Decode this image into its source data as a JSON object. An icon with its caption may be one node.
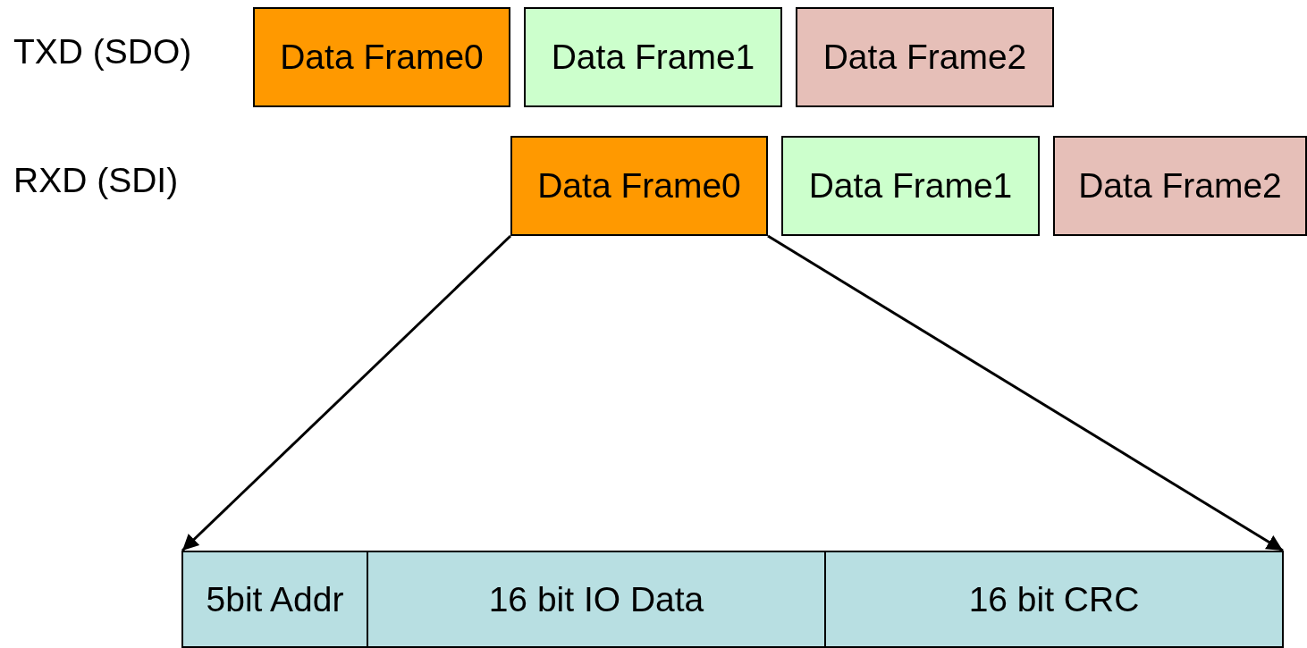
{
  "diagram": {
    "nodes": [
      {
        "text": [
          "Data Frame0"
        ]
      },
      {
        "text": [
          "Data Frame1"
        ]
      },
      {
        "text": [
          "Data Frame2"
        ]
      },
      {
        "text": [
          "Data Frame0"
        ]
      },
      {
        "text": [
          "Data Frame1"
        ]
      },
      {
        "text": [
          "Data Frame2"
        ]
      },
      {
        "text": [
          "5bit Addr"
        ]
      },
      {
        "text": [
          "16 bit IO Data"
        ]
      },
      {
        "text": [
          "16 bit CRC"
        ]
      }
    ],
    "edges": [
      {
        "from": 3,
        "to": 6,
        "arrow": "to"
      },
      {
        "from": 3,
        "to": 8,
        "arrow": "to"
      }
    ],
    "labels": [
      "TXD (SDO)",
      "RXD (SDI)"
    ]
  }
}
